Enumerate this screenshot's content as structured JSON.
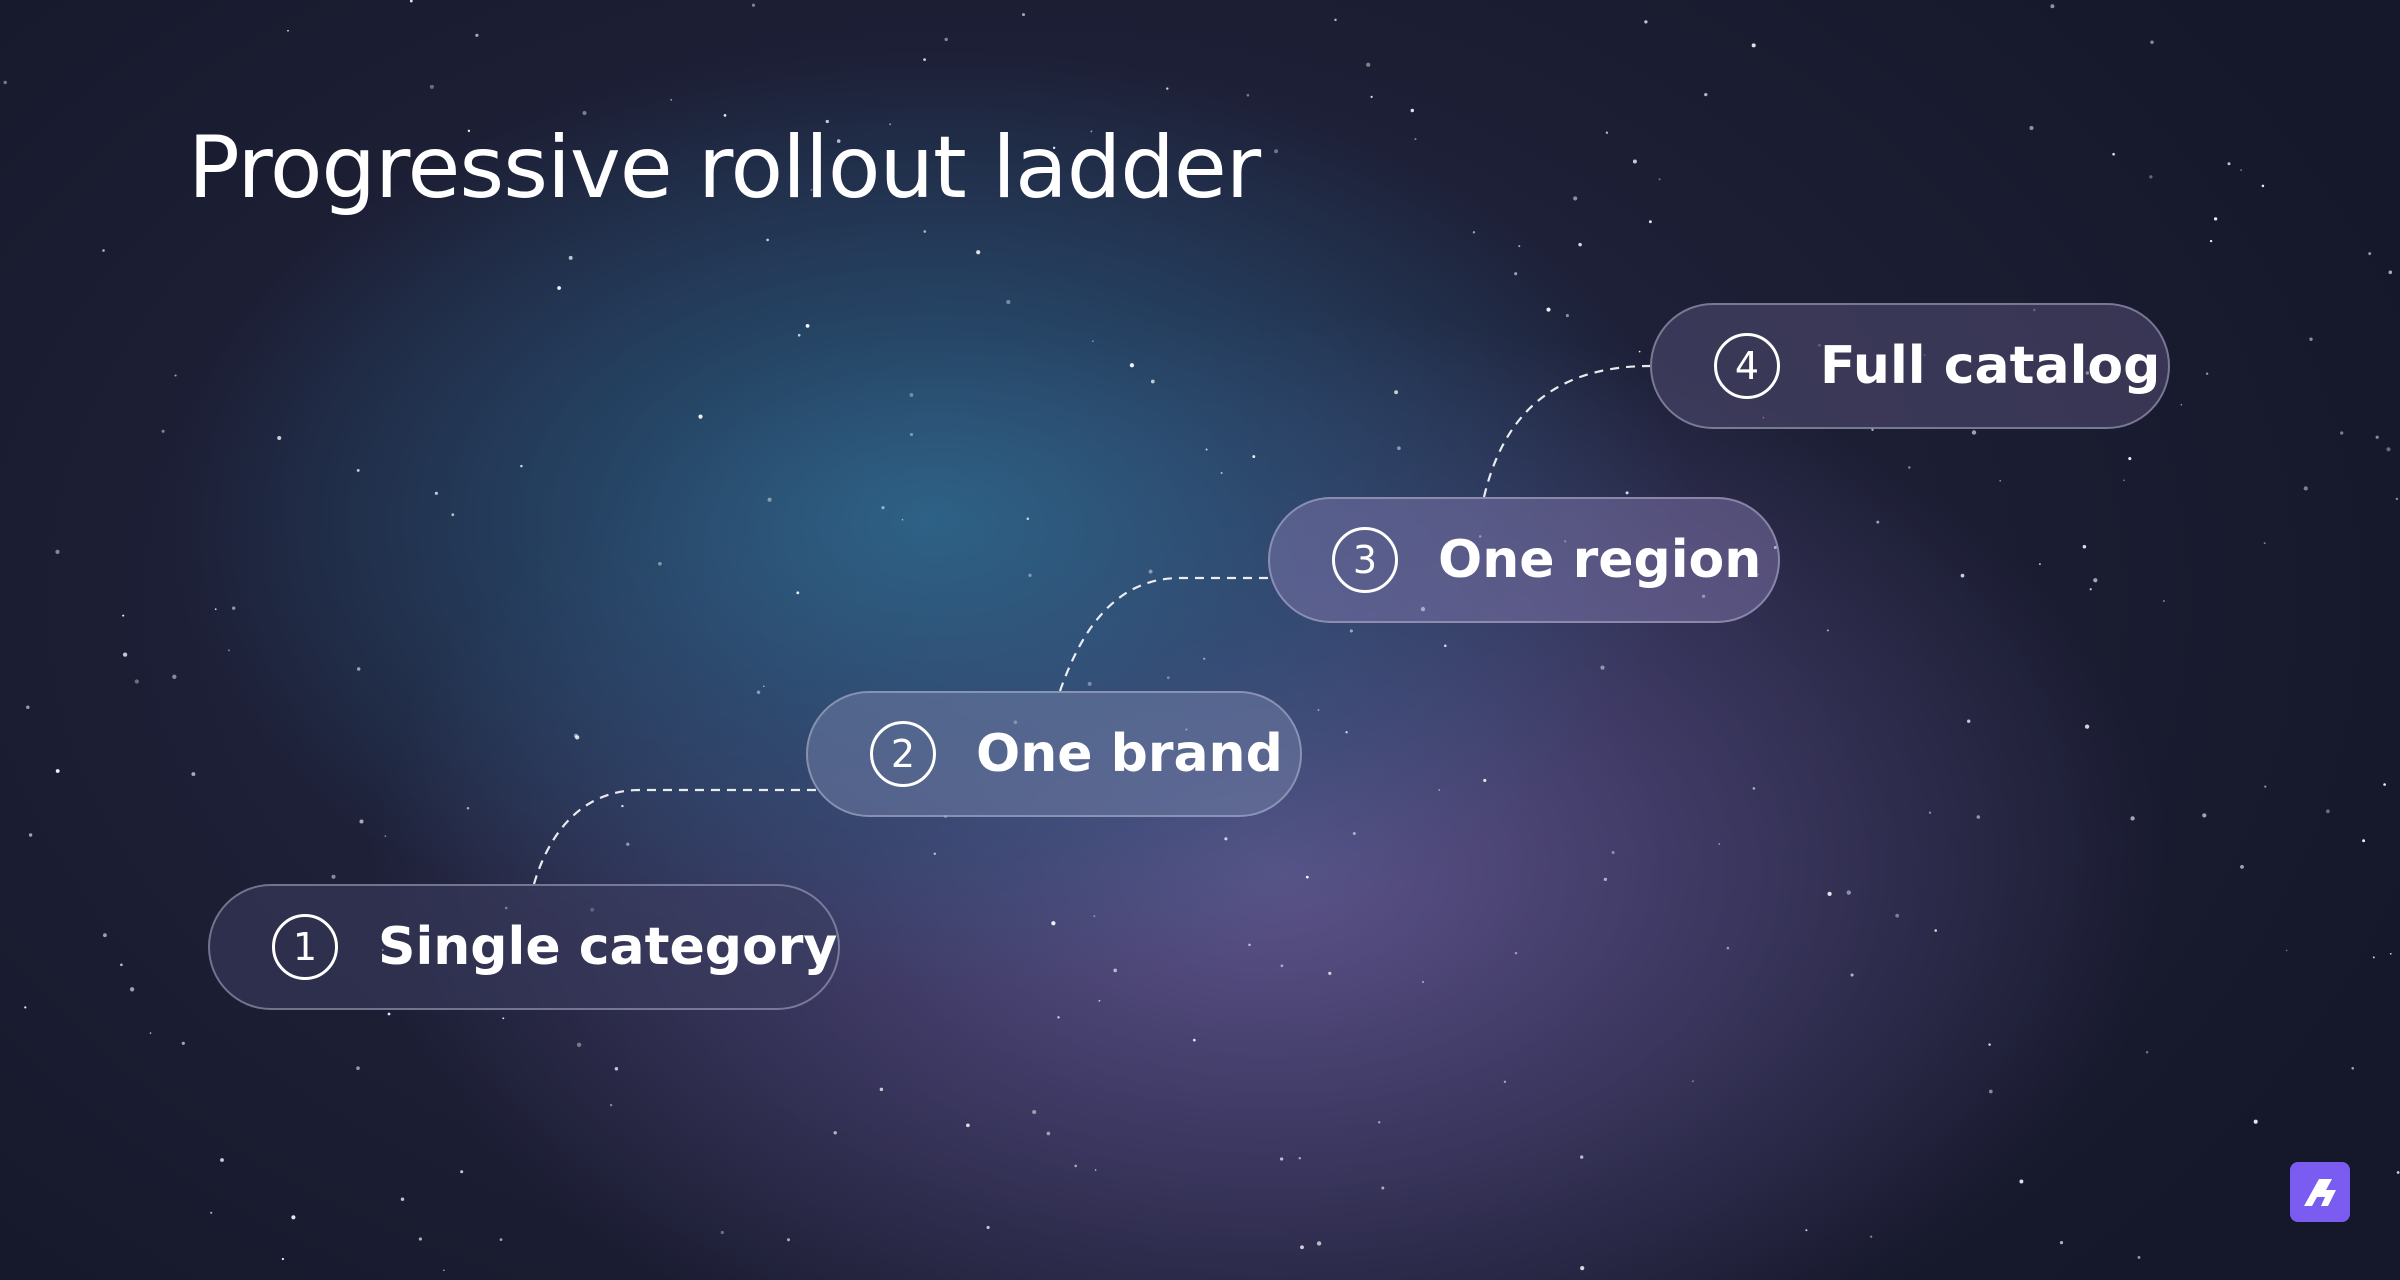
{
  "slide": {
    "title": "Progressive rollout ladder"
  },
  "steps": [
    {
      "number": "1",
      "label": "Single category"
    },
    {
      "number": "2",
      "label": "One brand"
    },
    {
      "number": "3",
      "label": "One region"
    },
    {
      "number": "4",
      "label": "Full catalog"
    }
  ],
  "colors": {
    "text": "#ffffff",
    "connector": "#ffffff",
    "logo_background": "#7b5cf0",
    "background_dark": "#181a2e",
    "glow_teal": "#2d6488",
    "glow_purple": "#60568e"
  },
  "icons": {
    "logo": "brand-logo-icon"
  }
}
